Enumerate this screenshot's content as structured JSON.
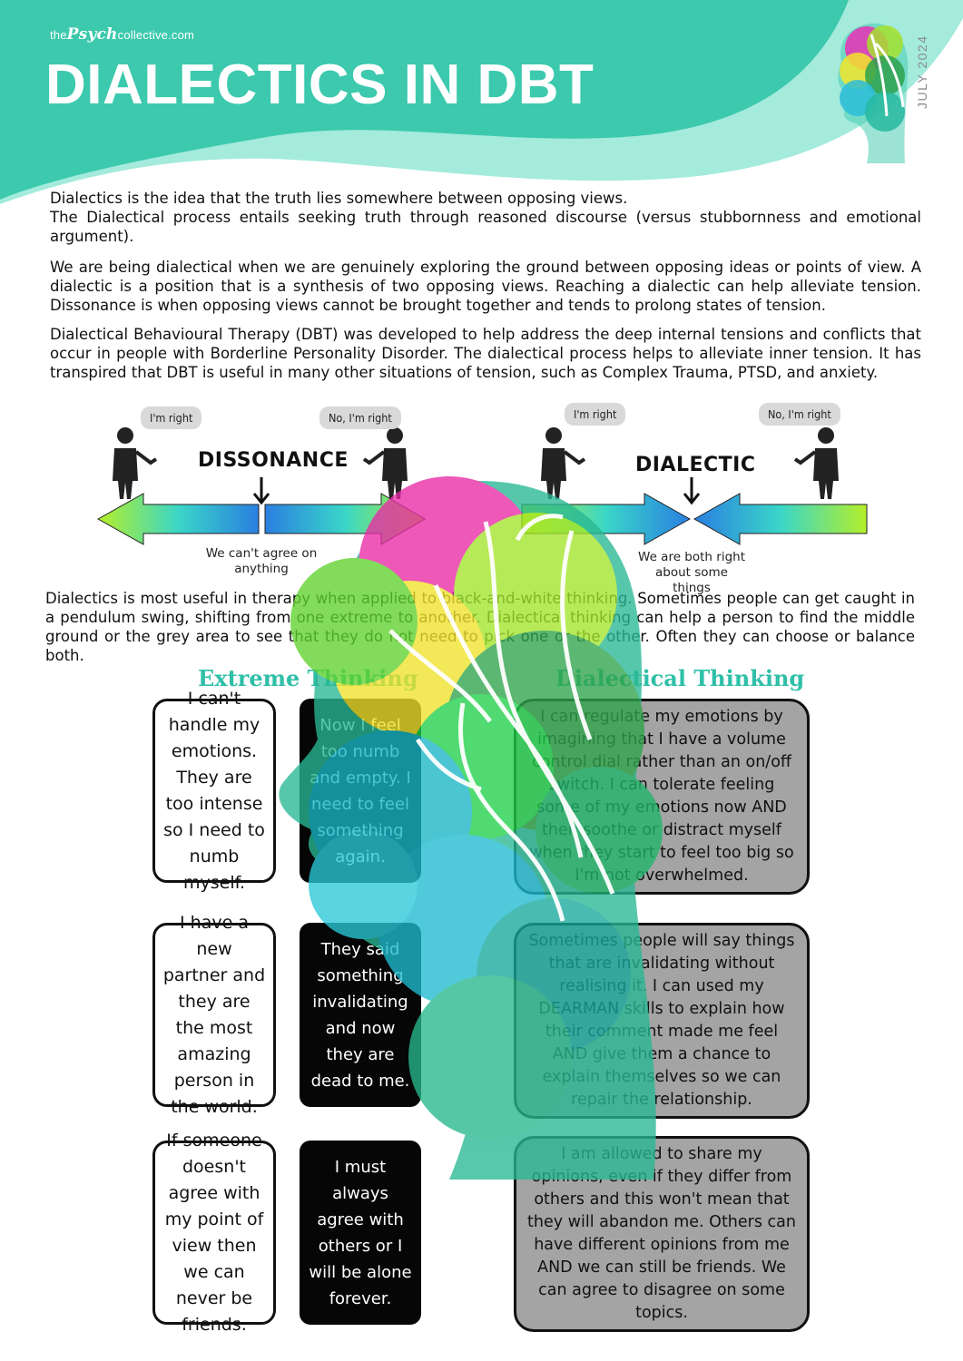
{
  "brand": {
    "logo_prefix": "the",
    "logo_mid": "Psych",
    "logo_suffix": "collective.com",
    "title": "DIALECTICS IN DBT",
    "date": "JULY 2024"
  },
  "intro": {
    "p1": "Dialectics is the idea that the truth lies somewhere between opposing views.",
    "p2": "The Dialectical process entails seeking truth through reasoned discourse (versus stubbornness and emotional argument).",
    "p3": "We are being dialectical when we are genuinely exploring the ground between opposing ideas or points of view. A dialectic is a position that is a synthesis of two opposing views. Reaching a dialectic can help alleviate tension. Dissonance is when opposing views cannot be brought together and tends to prolong states of tension.",
    "p4": "Dialectical Behavioural Therapy (DBT) was developed to help address the deep internal tensions and conflicts that occur in people with Borderline Personality Disorder.  The dialectical process helps to alleviate inner tension. It has transpired that DBT is useful in many other situations of tension, such as Complex Trauma, PTSD, and anxiety."
  },
  "diagram": {
    "dissonance": {
      "label": "DISSONANCE",
      "bubble_left": "I'm right",
      "bubble_right": "No, I'm right",
      "caption": "We can't agree on anything"
    },
    "dialectic": {
      "label": "DIALECTIC",
      "bubble_left": "I'm right",
      "bubble_right": "No, I'm right",
      "caption": "We are both right about some things"
    }
  },
  "pendulum_text": "Dialectics is most useful in therapy when applied to black-and-white thinking. Sometimes people can get caught in a pendulum swing, shifting from one extreme to another. Dialectical thinking can help a person to find the middle ground or the grey area to see that they do not need to pick one or the other. Often they can choose or balance both.",
  "columns": {
    "extreme_heading": "Extreme Thinking",
    "dialectical_heading": "Dialectical Thinking"
  },
  "rows": [
    {
      "extreme_a": "I can't handle my emotions. They are too intense so I need to numb myself.",
      "extreme_b": "Now I feel too numb and empty. I need to feel something again.",
      "dialectical": "I can regulate my emotions by imagining that I have a volume control dial rather than an on/off switch. I can tolerate feeling some of my emotions now AND then soothe or distract myself when they start to feel too big so I'm not overwhelmed."
    },
    {
      "extreme_a": "I have a new partner and they are the most amazing person in the world.",
      "extreme_b": "They said something invalidating and now they are dead to me.",
      "dialectical": "Sometimes people will say things that are invalidating without realising it. I can used my DEARMAN skills to explain how their comment made me feel AND give them a chance to explain themselves so we can repair the relationship."
    },
    {
      "extreme_a": "If someone doesn't agree with my point of view then we can never be friends.",
      "extreme_b": "I must always agree with others or I will be alone forever.",
      "dialectical": "I am allowed to share my opinions, even if they differ from others and this won't mean that they will abandon me. Others can have different opinions from me AND we can still be friends. We can agree to disagree on some topics."
    }
  ],
  "colors": {
    "teal": "#3cc9ad",
    "mint": "#a4ebdc",
    "heading_teal": "#2fbfa8",
    "grey_box": "#a4a4a4"
  }
}
